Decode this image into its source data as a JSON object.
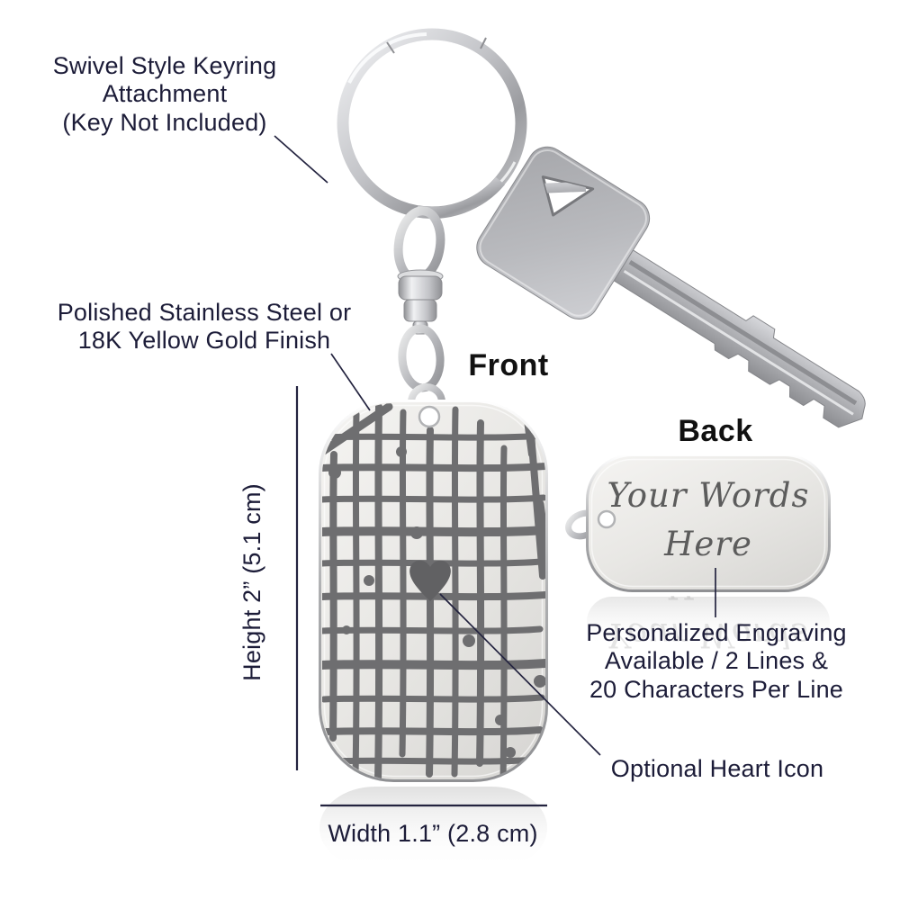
{
  "product": {
    "front_label": "Front",
    "back_label": "Back",
    "back_engraving": "Your Words\nHere"
  },
  "annotations": {
    "keyring": "Swivel Style Keyring\nAttachment\n(Key Not Included)",
    "finish": "Polished Stainless Steel or\n18K Yellow Gold Finish",
    "engraving": "Personalized Engraving\nAvailable / 2 Lines &\n20 Characters Per Line",
    "heart": "Optional Heart Icon",
    "height": "Height 2” (5.1 cm)",
    "width": "Width 1.1” (2.8 cm)"
  },
  "colors": {
    "annotation_text": "#1c1c38",
    "label_text": "#111111",
    "line": "#23233f",
    "engraving_text": "#5c5c5c",
    "map_street": "#6e6e70",
    "heart": "#616163"
  }
}
